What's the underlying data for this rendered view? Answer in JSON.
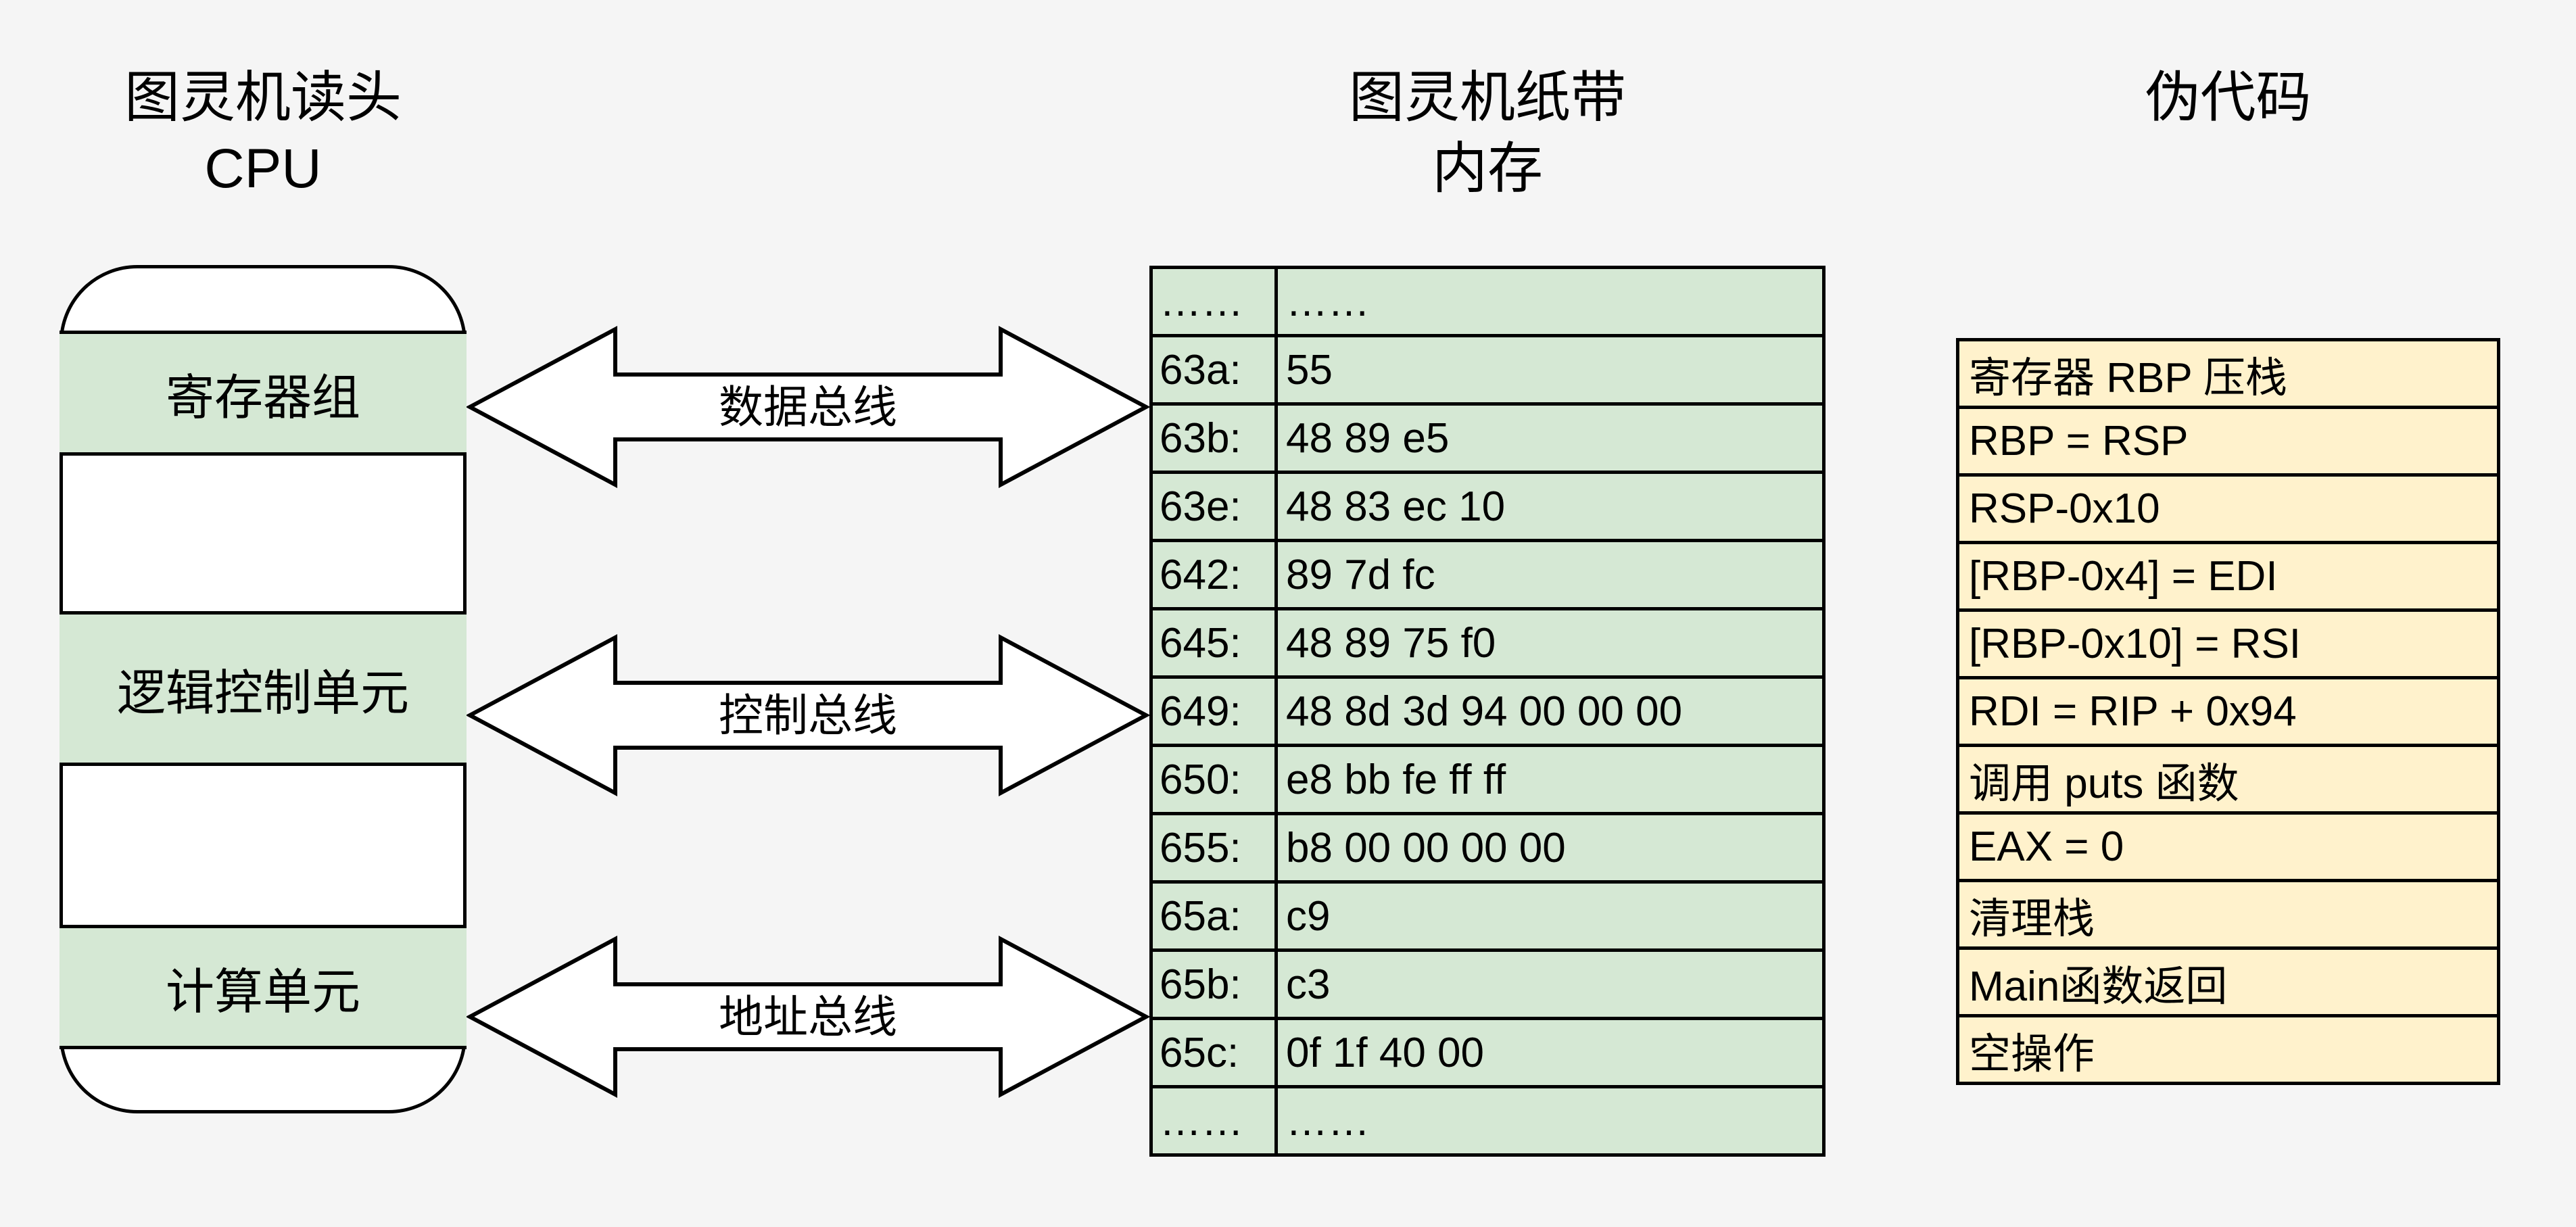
{
  "colors": {
    "background": "#f5f5f5",
    "cpu_unit_fill": "#d5e8d4",
    "memory_fill": "#d5e8d4",
    "pseudo_fill": "#fff2cc",
    "arrow_fill": "#ffffff",
    "stroke": "#000000"
  },
  "cpu": {
    "title_line1": "图灵机读头",
    "title_line2": "CPU",
    "units": [
      "寄存器组",
      "逻辑控制单元",
      "计算单元"
    ]
  },
  "memory": {
    "title_line1": "图灵机纸带",
    "title_line2": "内存",
    "rows": [
      {
        "addr": "……",
        "bytes": "……"
      },
      {
        "addr": "63a:",
        "bytes": "55"
      },
      {
        "addr": "63b:",
        "bytes": "48 89 e5"
      },
      {
        "addr": "63e:",
        "bytes": "48 83 ec 10"
      },
      {
        "addr": "642:",
        "bytes": "89 7d fc"
      },
      {
        "addr": "645:",
        "bytes": "48 89 75 f0"
      },
      {
        "addr": "649:",
        "bytes": "48 8d 3d 94 00 00 00"
      },
      {
        "addr": "650:",
        "bytes": "e8 bb fe ff ff"
      },
      {
        "addr": "655:",
        "bytes": "b8 00 00 00 00"
      },
      {
        "addr": "65a:",
        "bytes": "c9"
      },
      {
        "addr": "65b:",
        "bytes": "c3"
      },
      {
        "addr": "65c:",
        "bytes": "0f 1f 40 00"
      },
      {
        "addr": "……",
        "bytes": "……"
      }
    ]
  },
  "pseudo": {
    "title": "伪代码",
    "rows": [
      "寄存器 RBP 压栈",
      "RBP = RSP",
      "RSP-0x10",
      "[RBP-0x4] = EDI",
      "[RBP-0x10] = RSI",
      "RDI = RIP + 0x94",
      "调用 puts 函数",
      "EAX = 0",
      "清理栈",
      "Main函数返回",
      "空操作"
    ]
  },
  "buses": [
    {
      "label": "数据总线"
    },
    {
      "label": "控制总线"
    },
    {
      "label": "地址总线"
    }
  ]
}
